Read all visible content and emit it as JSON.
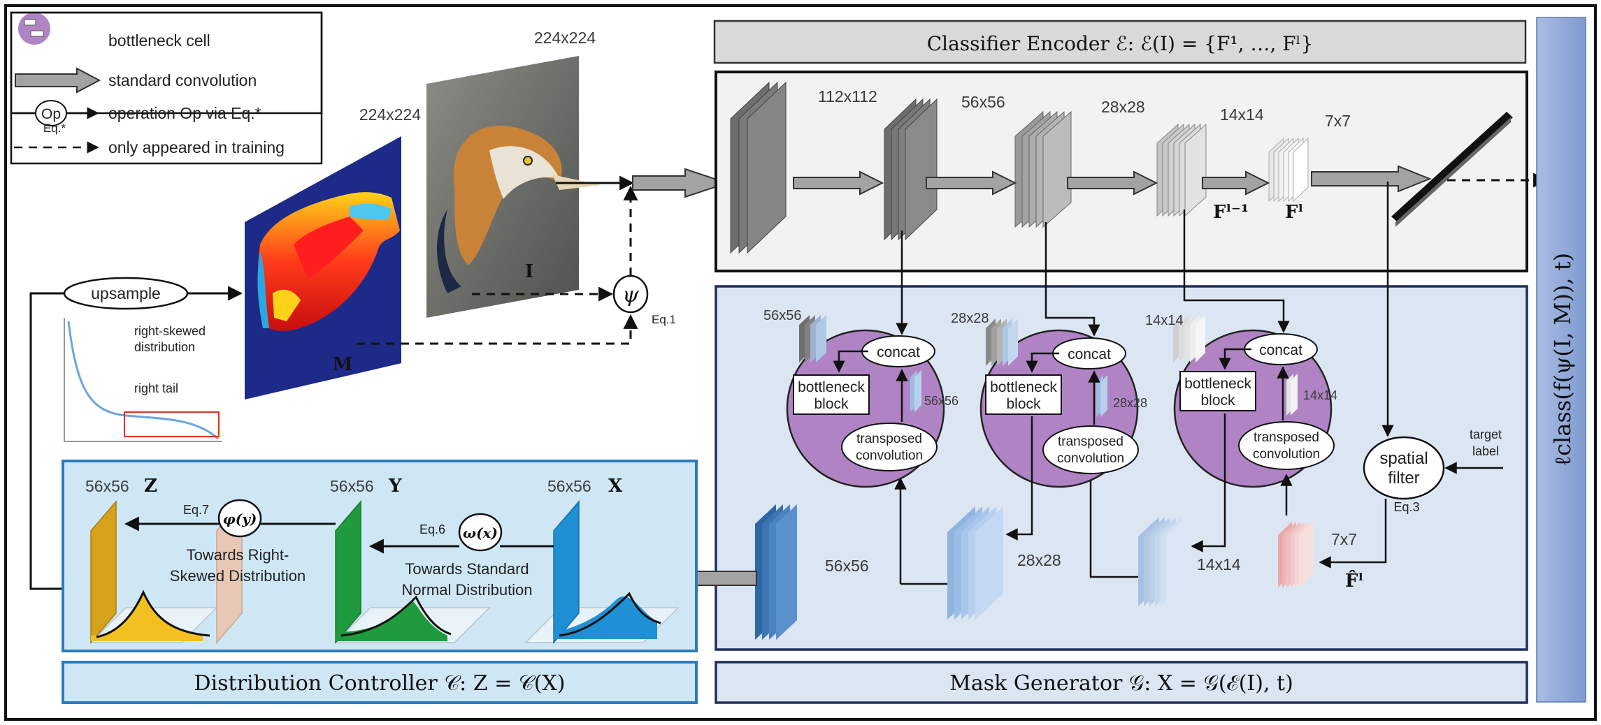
{
  "legend": {
    "bottleneck_cell": "bottleneck cell",
    "standard_convolution": "standard convolution",
    "op_symbol": "Op",
    "op_eq": "Eq.*",
    "operation": "operation Op via Eq.*",
    "training_only": "only appeared in training"
  },
  "inputs": {
    "image_size": "224x224",
    "mask_size": "224x224",
    "image_label": "I",
    "mask_label": "M",
    "psi_symbol": "ψ",
    "psi_eq": "Eq.1",
    "upsample": "upsample"
  },
  "inset_plot": {
    "caption_1": "right-skewed",
    "caption_2": "distribution",
    "caption_3": "right tail"
  },
  "encoder": {
    "title": "Classifier Encoder ℰ: ℰ(I) = {F¹, …, Fˡ}",
    "sizes": [
      "112x112",
      "56x56",
      "28x28",
      "14x14",
      "7x7"
    ],
    "f_prev": "Fˡ⁻¹",
    "f_last": "Fˡ"
  },
  "generator": {
    "title": "Mask Generator 𝒢: X = 𝒢(ℰ(I), t)",
    "concat": "concat",
    "bottleneck_1": "bottleneck",
    "bottleneck_2": "block",
    "transposed_1": "transposed",
    "transposed_2": "convolution",
    "cells": [
      {
        "top_size": "56x56",
        "side_size": "56x56"
      },
      {
        "top_size": "28x28",
        "side_size": "28x28"
      },
      {
        "top_size": "14x14",
        "side_size": "14x14"
      }
    ],
    "stack_sizes": [
      "56x56",
      "28x28",
      "14x14",
      "7x7"
    ],
    "f_hat": "F̂ˡ",
    "spatial_1": "spatial",
    "spatial_2": "filter",
    "spatial_eq": "Eq.3",
    "target_1": "target",
    "target_2": "label"
  },
  "controller": {
    "title": "Distribution Controller 𝒞: Z = 𝒞(X)",
    "x_size": "56x56",
    "x_label": "X",
    "y_size": "56x56",
    "y_label": "Y",
    "z_size": "56x56",
    "z_label": "Z",
    "omega": "ω(x)",
    "omega_eq": "Eq.6",
    "phi": "φ(y)",
    "phi_eq": "Eq.7",
    "towards_std_1": "Towards Standard",
    "towards_std_2": "Normal Distribution",
    "towards_right_1": "Towards Right-",
    "towards_right_2": "Skewed Distribution"
  },
  "loss": "ℓclass(f(ψ(I, M)), t)",
  "colors": {
    "encoder_title_bg": "#d9d9d9",
    "generator_bg": "#dce6f2",
    "controller_bg": "#cfe7f5",
    "cell_purple": "#b084c4",
    "loss_bar": "#8fa9d6",
    "x_blue": "#1f8fd6",
    "y_green": "#1f9a3c",
    "z_gold": "#d6a21c"
  }
}
